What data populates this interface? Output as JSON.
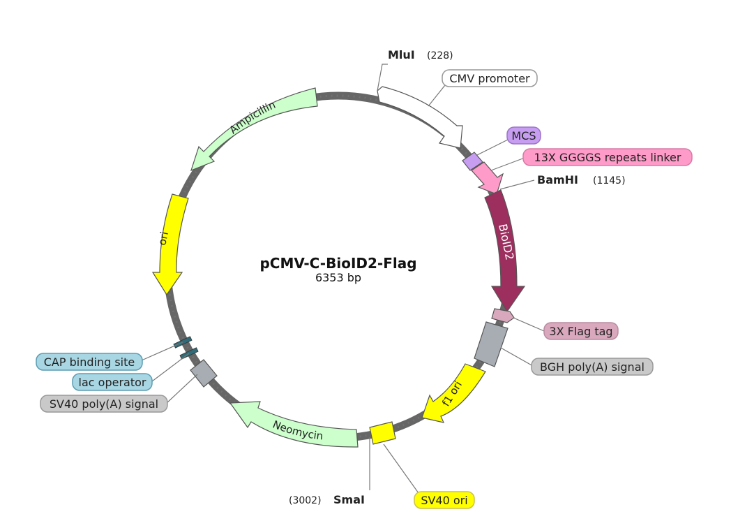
{
  "plasmid": {
    "name": "pCMV-C-BioID2-Flag",
    "size": "6353 bp"
  },
  "features": [
    {
      "id": "cmv",
      "name": "CMV promoter",
      "color": "#ffffff"
    },
    {
      "id": "mcs",
      "name": "MCS",
      "color": "#c79df2"
    },
    {
      "id": "linker",
      "name": "13X GGGGS repeats linker",
      "color": "#ff9bc8"
    },
    {
      "id": "bioid2",
      "name": "BioID2",
      "color": "#9c2f5e"
    },
    {
      "id": "flag",
      "name": "3X Flag tag",
      "color": "#d9a8bd"
    },
    {
      "id": "bgh",
      "name": "BGH poly(A) signal",
      "color": "#c9c9c9"
    },
    {
      "id": "f1ori",
      "name": "f1 ori",
      "color": "#ffff00"
    },
    {
      "id": "sv40ori",
      "name": "SV40 ori",
      "color": "#ffff00"
    },
    {
      "id": "neo",
      "name": "Neomycin",
      "color": "#ccffcc"
    },
    {
      "id": "sv40pa",
      "name": "SV40 poly(A) signal",
      "color": "#c9c9c9"
    },
    {
      "id": "lacop",
      "name": "lac operator",
      "color": "#a8d6e3"
    },
    {
      "id": "cap",
      "name": "CAP binding site",
      "color": "#a8d6e3"
    },
    {
      "id": "ori",
      "name": "ori",
      "color": "#ffff00"
    },
    {
      "id": "amp",
      "name": "Ampicillin",
      "color": "#ccffcc"
    }
  ],
  "sites": [
    {
      "id": "mlui",
      "name": "MluI",
      "pos": "(228)"
    },
    {
      "id": "bamhi",
      "name": "BamHI",
      "pos": "(1145)"
    },
    {
      "id": "smai",
      "name": "SmaI",
      "pos": "(3002)"
    }
  ]
}
